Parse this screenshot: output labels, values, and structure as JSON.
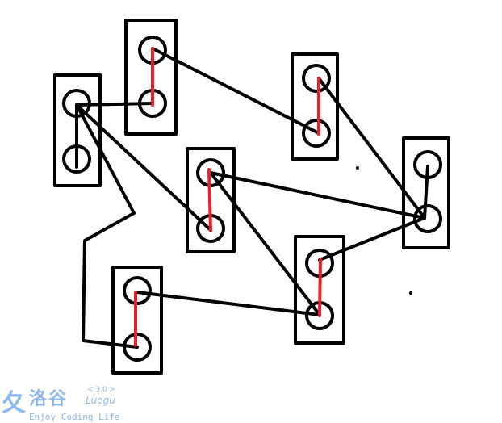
{
  "colors": {
    "ink": "#000000",
    "highlight": "#e8202a",
    "watermark": "#8fb8ee"
  },
  "watermark": {
    "logo_cn": "洛谷",
    "version": "< 3.0 >",
    "logo_en": "Luogu",
    "slogan": "Enjoy Coding Life"
  }
}
